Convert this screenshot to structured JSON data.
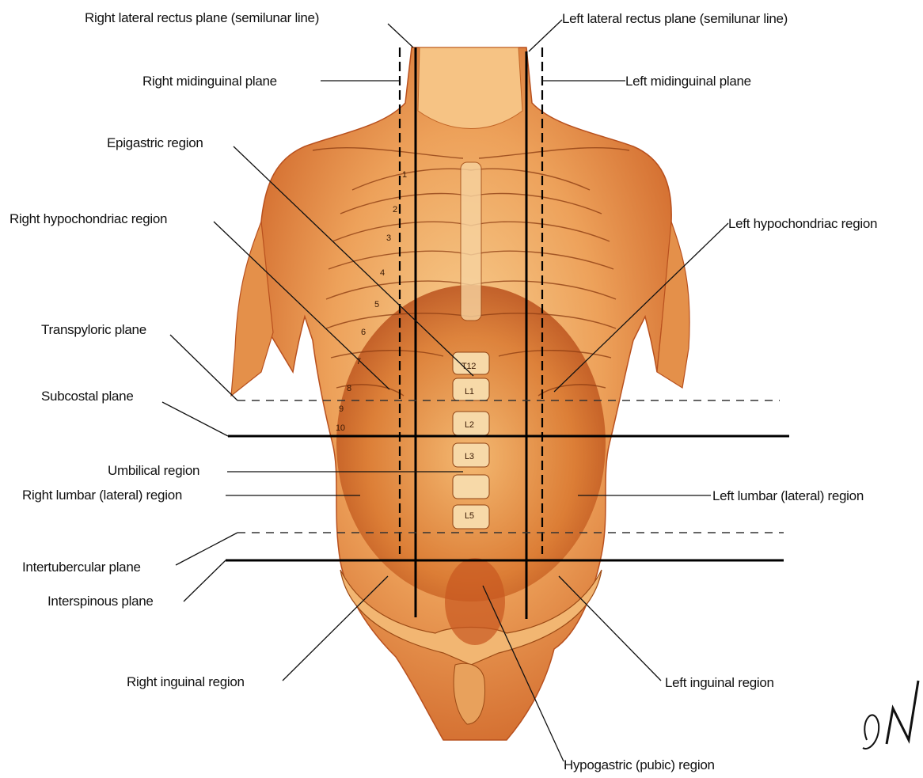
{
  "labels": {
    "right_lateral_rectus": "Right lateral rectus plane (semilunar line)",
    "left_lateral_rectus": "Left lateral rectus plane (semilunar line)",
    "right_midinguinal": "Right midinguinal plane",
    "left_midinguinal": "Left midinguinal plane",
    "epigastric": "Epigastric region",
    "right_hypochondriac": "Right hypochondriac region",
    "left_hypochondriac": "Left hypochondriac region",
    "transpyloric": "Transpyloric plane",
    "subcostal": "Subcostal plane",
    "umbilical": "Umbilical region",
    "right_lumbar": "Right lumbar (lateral) region",
    "left_lumbar": "Left lumbar (lateral) region",
    "intertubercular": "Intertubercular plane",
    "interspinous": "Interspinous plane",
    "right_inguinal": "Right inguinal region",
    "left_inguinal": "Left inguinal region",
    "hypogastric": "Hypogastric (pubic) region"
  },
  "vertebra_labels": [
    "T12",
    "L1",
    "L2",
    "L3",
    "L5"
  ],
  "rib_numbers": [
    "1",
    "2",
    "3",
    "4",
    "5",
    "6",
    "7",
    "8",
    "9",
    "10"
  ],
  "colors": {
    "skin_light": "#f6c07a",
    "skin_mid": "#e58a3c",
    "skin_dark": "#c4561c",
    "line": "#000000"
  }
}
